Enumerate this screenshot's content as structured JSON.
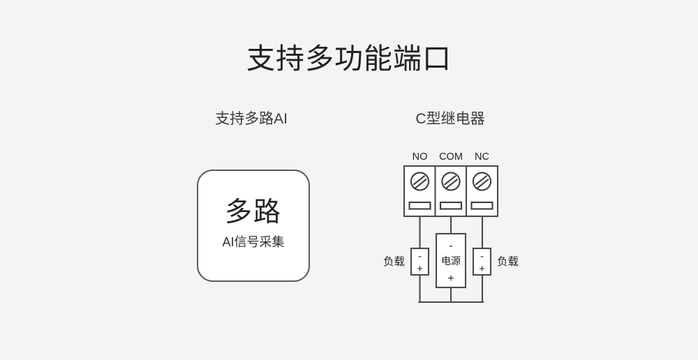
{
  "page": {
    "background_color": "#f4f4f4",
    "title": "支持多功能端口"
  },
  "sections": {
    "ai": {
      "caption": "支持多路AI",
      "card": {
        "headline": "多路",
        "subline": "AI信号采集",
        "fill_color": "#ffffff",
        "border_color": "#5a5a5a"
      }
    },
    "relay": {
      "caption": "C型继电器",
      "terminals": [
        {
          "label": "NO",
          "icon": "screw-head-icon"
        },
        {
          "label": "COM",
          "icon": "screw-head-icon"
        },
        {
          "label": "NC",
          "icon": "screw-head-icon"
        }
      ],
      "components": {
        "load_left": {
          "label": "负载",
          "top_polarity": "-",
          "bottom_polarity": "+"
        },
        "power_supply": {
          "label": "电源",
          "top_polarity": "-",
          "bottom_polarity": "+"
        },
        "load_right": {
          "label": "负载",
          "top_polarity": "-",
          "bottom_polarity": "+"
        }
      },
      "line_color": "#4a4a4a",
      "text_color": "#222222"
    }
  }
}
